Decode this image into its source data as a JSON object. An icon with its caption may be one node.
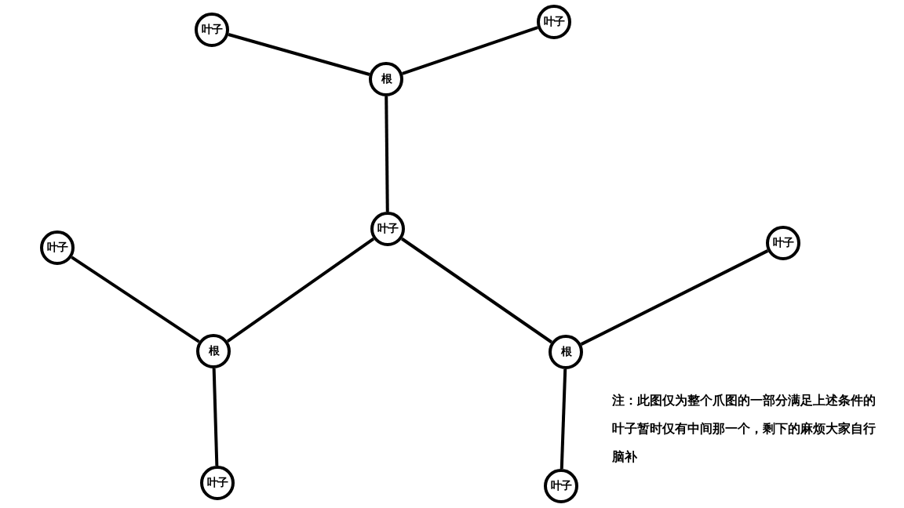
{
  "diagram": {
    "nodes": [
      {
        "text": [
          "叶子"
        ]
      },
      {
        "text": [
          "叶子"
        ]
      },
      {
        "text": [
          "根"
        ]
      },
      {
        "text": [
          "叶子"
        ]
      },
      {
        "text": [
          "叶子"
        ]
      },
      {
        "text": [
          "叶子"
        ]
      },
      {
        "text": [
          "根"
        ]
      },
      {
        "text": [
          "根"
        ]
      },
      {
        "text": [
          "叶子"
        ]
      },
      {
        "text": [
          "叶子"
        ]
      }
    ],
    "edges": [
      {
        "from": 0,
        "to": 2,
        "arrow": "none"
      },
      {
        "from": 1,
        "to": 2,
        "arrow": "none"
      },
      {
        "from": 2,
        "to": 3,
        "arrow": "none"
      },
      {
        "from": 3,
        "to": 6,
        "arrow": "none"
      },
      {
        "from": 3,
        "to": 7,
        "arrow": "none"
      },
      {
        "from": 4,
        "to": 6,
        "arrow": "none"
      },
      {
        "from": 5,
        "to": 7,
        "arrow": "none"
      },
      {
        "from": 6,
        "to": 8,
        "arrow": "none"
      },
      {
        "from": 7,
        "to": 9,
        "arrow": "none"
      }
    ],
    "labels": [
      "注：此图仅为整个爪图的一部分满足上述条件的叶子暂时仅有中间那一个，剩下的麻烦大家自行脑补"
    ]
  }
}
